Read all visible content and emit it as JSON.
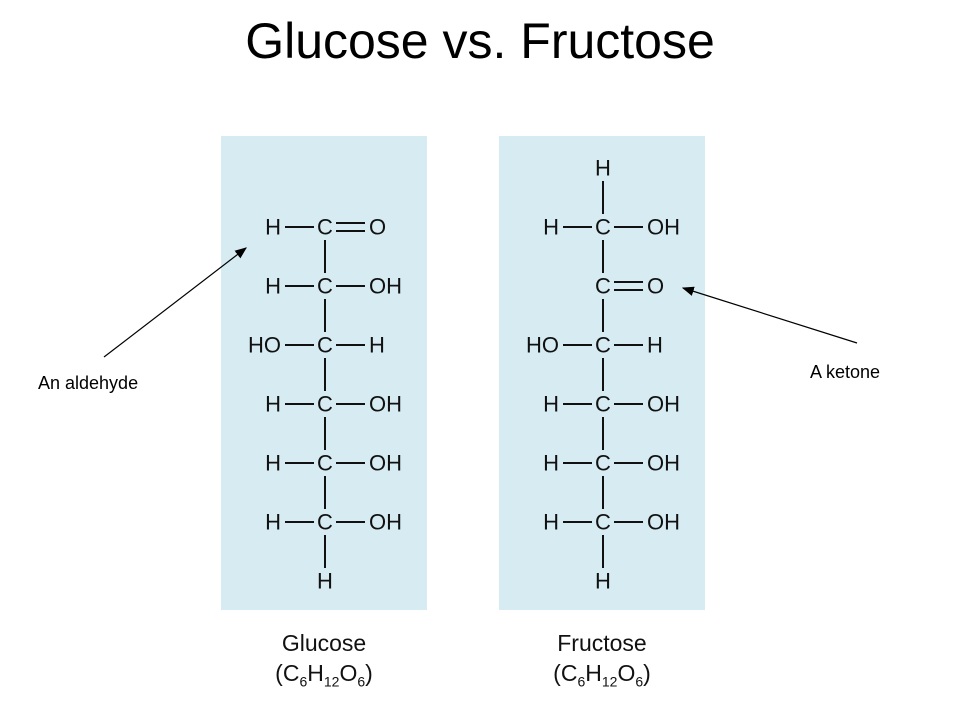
{
  "title": "Glucose vs. Fructose",
  "glucose": {
    "rows": [
      {
        "left": "H",
        "right": "O",
        "double": true
      },
      {
        "left": "H",
        "right": "OH",
        "double": false
      },
      {
        "left": "HO",
        "right": "H",
        "double": false
      },
      {
        "left": "H",
        "right": "OH",
        "double": false
      },
      {
        "left": "H",
        "right": "OH",
        "double": false
      },
      {
        "left": "H",
        "right": "OH",
        "double": false
      }
    ],
    "top_atom": "",
    "bottom_atom": "H",
    "center_atom": "C",
    "name": "Glucose",
    "formula": {
      "open": "(",
      "c": "C",
      "c_n": "6",
      "h": "H",
      "h_n": "12",
      "o": "O",
      "o_n": "6",
      "close": ")"
    }
  },
  "fructose": {
    "rows": [
      {
        "left": "H",
        "right": "OH",
        "double": false
      },
      {
        "left": "",
        "right": "O",
        "double": true
      },
      {
        "left": "HO",
        "right": "H",
        "double": false
      },
      {
        "left": "H",
        "right": "OH",
        "double": false
      },
      {
        "left": "H",
        "right": "OH",
        "double": false
      },
      {
        "left": "H",
        "right": "OH",
        "double": false
      }
    ],
    "top_atom": "H",
    "bottom_atom": "H",
    "center_atom": "C",
    "name": "Fructose",
    "formula": {
      "open": "(",
      "c": "C",
      "c_n": "6",
      "h": "H",
      "h_n": "12",
      "o": "O",
      "o_n": "6",
      "close": ")"
    }
  },
  "annotations": {
    "aldehyde": "An aldehyde",
    "ketone": "A ketone"
  }
}
